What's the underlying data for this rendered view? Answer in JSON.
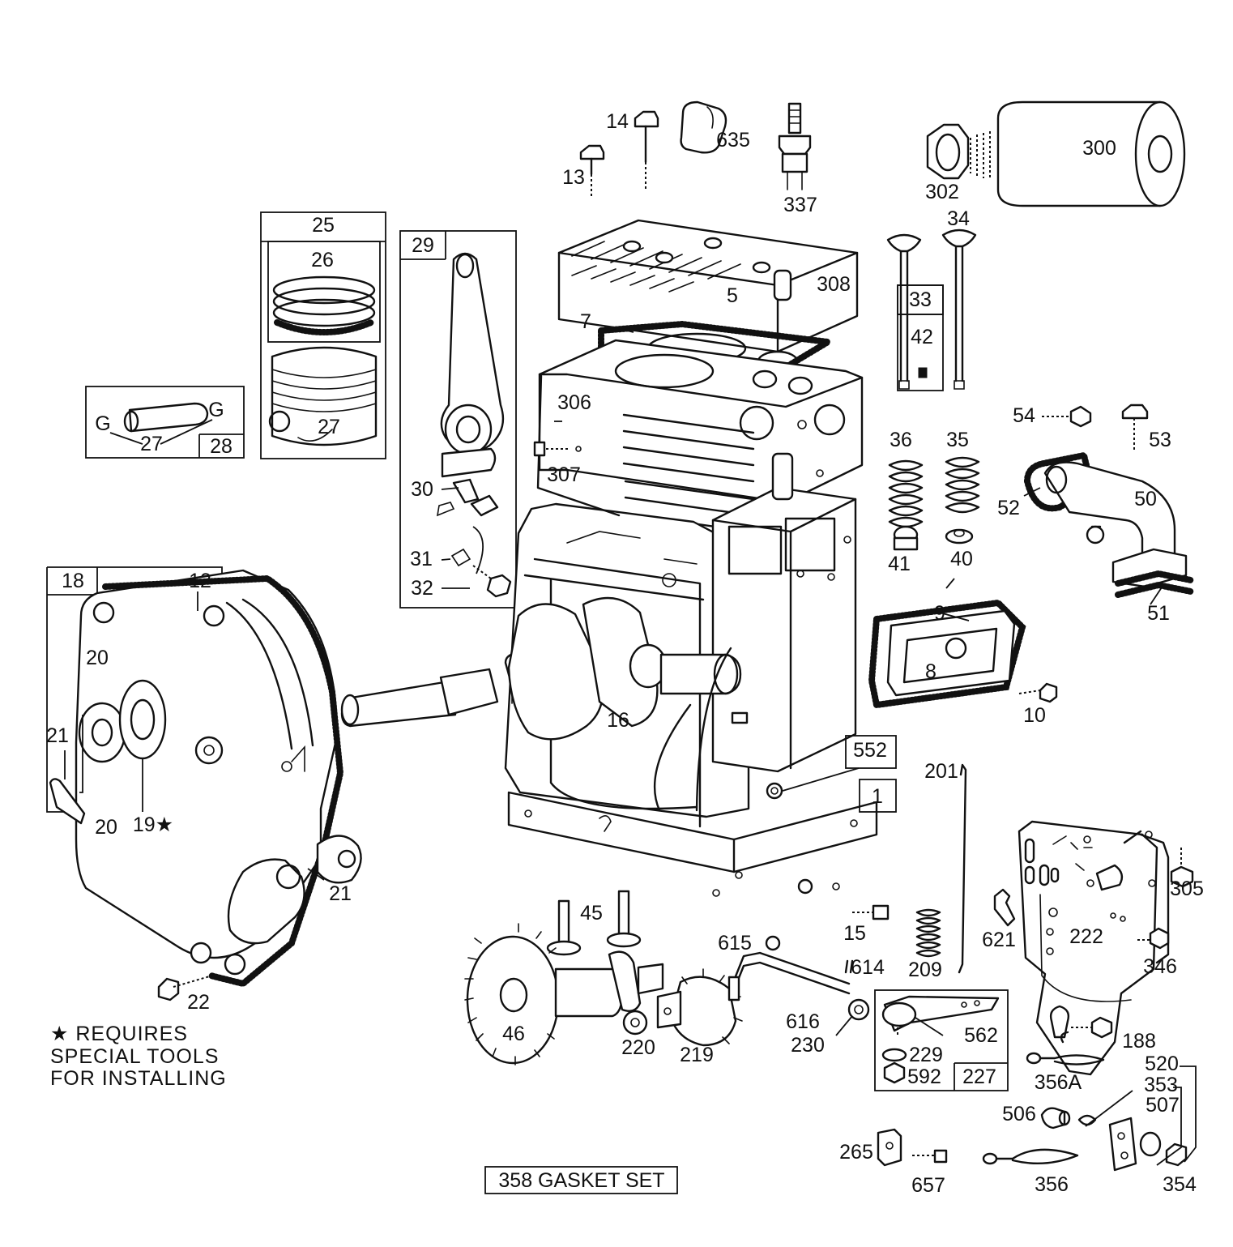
{
  "diagram_title": "",
  "labels": {
    "p13": "13",
    "p14": "14",
    "p635": "635",
    "p337": "337",
    "p302": "302",
    "p300": "300",
    "p25": "25",
    "p26": "26",
    "p27a": "27",
    "p27b": "27",
    "p28": "28",
    "gL": "G",
    "gR": "G",
    "p29": "29",
    "p30": "30",
    "p31": "31",
    "p32": "32",
    "p5": "5",
    "p308": "308",
    "p7": "7",
    "p34": "34",
    "p33": "33",
    "p42": "42",
    "p306": "306",
    "p307": "307",
    "p36": "36",
    "p35": "35",
    "p41": "41",
    "p40": "40",
    "p54": "54",
    "p53": "53",
    "p50": "50",
    "p52": "52",
    "p51": "51",
    "p18": "18",
    "p12": "12",
    "p20a": "20",
    "p20b": "20",
    "p21a": "21",
    "p21b": "21",
    "p19": "19★",
    "p22": "22",
    "p16": "16",
    "p9": "9",
    "p8": "8",
    "p10": "10",
    "p552": "552",
    "p1": "1",
    "p201": "201",
    "p45": "45",
    "p46": "46",
    "p220": "220",
    "p219": "219",
    "p615": "615",
    "p614": "614",
    "p616": "616",
    "p230": "230",
    "p15": "15",
    "p209": "209",
    "p562": "562",
    "p229": "229",
    "p592": "592",
    "p227": "227",
    "p621": "621",
    "p222": "222",
    "p305": "305",
    "p346": "346",
    "p188": "188",
    "p356A": "356A",
    "p520": "520",
    "p353": "353",
    "p507": "507",
    "p506": "506",
    "p265": "265",
    "p657": "657",
    "p356": "356",
    "p354": "354"
  },
  "note": {
    "line1": "★ REQUIRES",
    "line2": "SPECIAL TOOLS",
    "line3": "FOR INSTALLING"
  },
  "gasket_set": "358 GASKET SET"
}
